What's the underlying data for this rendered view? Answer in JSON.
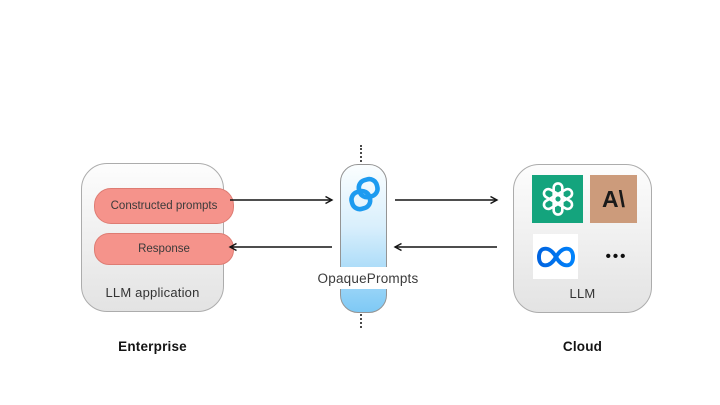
{
  "diagram": {
    "enterprise": {
      "group_label": "Enterprise",
      "box_label": "LLM application",
      "pills": [
        {
          "label": "Constructed prompts"
        },
        {
          "label": "Response"
        }
      ],
      "pill_color": "#f5938b"
    },
    "gateway": {
      "label": "OpaquePrompts",
      "icon": "opaque-interlocked-links-icon",
      "accent_color": "#1d9bf0"
    },
    "cloud": {
      "group_label": "Cloud",
      "box_label": "LLM",
      "providers": [
        {
          "name": "openai",
          "icon": "openai-logo-icon",
          "color": "#14a47d"
        },
        {
          "name": "anthropic",
          "icon": "anthropic-logo-icon",
          "glyph": "A\\",
          "color": "#cc9b7b"
        },
        {
          "name": "meta",
          "icon": "meta-logo-icon",
          "color": "#0768e1"
        },
        {
          "name": "more-providers",
          "icon": "ellipsis-icon",
          "glyph": "•••"
        }
      ]
    },
    "arrows": [
      {
        "name": "prompts-enterprise-to-gateway",
        "direction": "right"
      },
      {
        "name": "prompts-gateway-to-cloud",
        "direction": "right"
      },
      {
        "name": "response-cloud-to-gateway",
        "direction": "left"
      },
      {
        "name": "response-gateway-to-enterprise",
        "direction": "left"
      }
    ]
  }
}
